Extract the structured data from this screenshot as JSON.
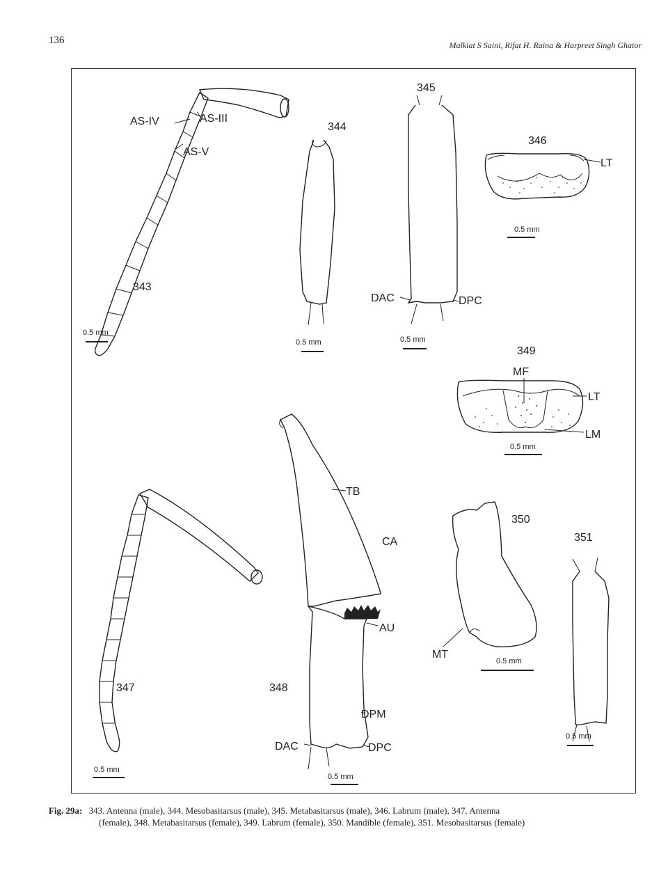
{
  "header": {
    "page_number": "136",
    "running_head": "Malkiat S Saini, Rifat H. Raina & Harpreet Singh Ghator"
  },
  "figures": {
    "f343": {
      "number": "343",
      "labels": {
        "as_iv": "AS-IV",
        "as_iii": "AS-III",
        "as_v": "AS-V"
      },
      "scale": "0.5 mm"
    },
    "f344": {
      "number": "344",
      "scale": "0.5 mm"
    },
    "f345": {
      "number": "345",
      "labels": {
        "dac": "DAC",
        "dpc": "DPC"
      },
      "scale": "0.5 mm"
    },
    "f346": {
      "number": "346",
      "labels": {
        "lt": "LT"
      },
      "scale": "0.5 mm"
    },
    "f347": {
      "number": "347",
      "scale": "0.5 mm"
    },
    "f348": {
      "number": "348",
      "labels": {
        "tb": "TB",
        "ca": "CA",
        "au": "AU",
        "dpm": "DPM",
        "dac": "DAC",
        "dpc": "DPC"
      },
      "scale": "0.5 mm"
    },
    "f349": {
      "number": "349",
      "labels": {
        "mf": "MF",
        "lt": "LT",
        "lm": "LM"
      },
      "scale": "0.5 mm"
    },
    "f350": {
      "number": "350",
      "labels": {
        "mt": "MT"
      },
      "scale": "0.5 mm"
    },
    "f351": {
      "number": "351",
      "scale": "0.5 mm"
    }
  },
  "caption": {
    "label": "Fig. 29a:",
    "line1": "343. Antenna (male), 344. Mesobasitarsus (male), 345. Metabasitarsus (male), 346. Labrum (male), 347. Antenna",
    "line2": "(female), 348. Metabasitarsus (female), 349. Labrum (female), 350. Mandible (female), 351. Mesobasitarsus (female)"
  }
}
